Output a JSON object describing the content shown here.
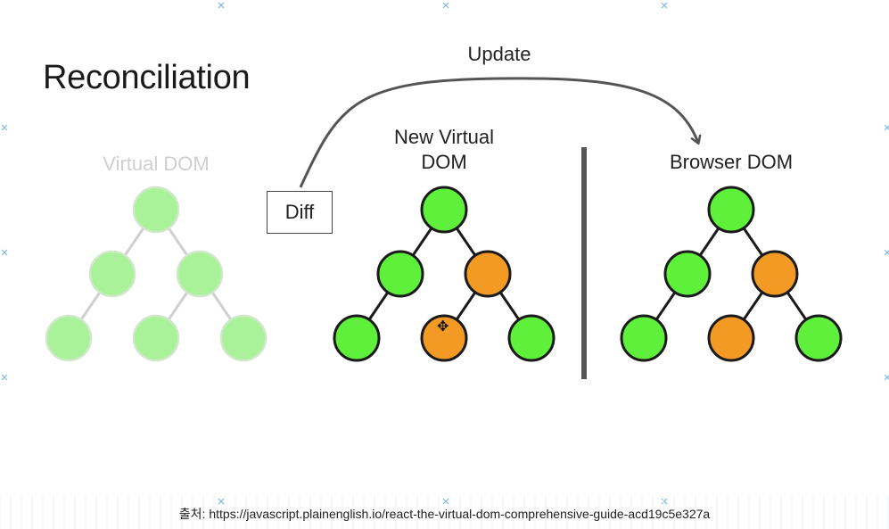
{
  "title": "Reconciliation",
  "update_label": "Update",
  "diff_label": "Diff",
  "trees": [
    {
      "label_lines": [
        "Virtual DOM"
      ],
      "faded": true,
      "nodes": [
        "light",
        "light",
        "light",
        "light",
        "light",
        "light"
      ]
    },
    {
      "label_lines": [
        "New Virtual",
        "DOM"
      ],
      "faded": false,
      "nodes": [
        "green",
        "green",
        "orange",
        "green",
        "orange",
        "green"
      ]
    },
    {
      "label_lines": [
        "Browser DOM"
      ],
      "faded": false,
      "nodes": [
        "green",
        "green",
        "orange",
        "green",
        "orange",
        "green"
      ]
    }
  ],
  "colors": {
    "green": "#5ef03a",
    "orange": "#f39a25",
    "light": "#a9f29a",
    "light_stroke": "#cfe8c8",
    "edge": "#1a1a1a",
    "edge_faded": "#d0d0d0",
    "arrow": "#555555",
    "divider": "#555555",
    "grid_marker": "#7fb6e0"
  },
  "source_text": "출처: https://javascript.plainenglish.io/react-the-virtual-dom-comprehensive-guide-acd19c5e327a"
}
